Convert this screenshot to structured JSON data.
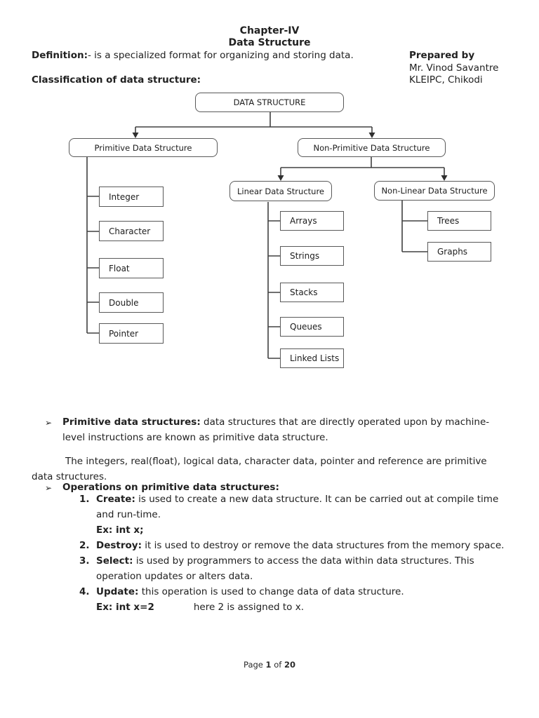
{
  "header": {
    "chapter": "Chapter-IV",
    "title": "Data Structure",
    "definition_label": "Definition:",
    "definition_text": "- is a specialized format for organizing and storing data.",
    "classification_heading": "Classification of data structure:",
    "prepared_by_label": "Prepared by",
    "prepared_by_name": "Mr. Vinod Savantre",
    "prepared_by_org": "KLEIPC, Chikodi"
  },
  "diagram": {
    "root_label": "DATA STRUCTURE",
    "primitive_label": "Primitive Data Structure",
    "non_primitive_label": "Non-Primitive Data Structure",
    "linear_label": "Linear Data Structure",
    "non_linear_label": "Non-Linear Data Structure",
    "primitive_children": [
      "Integer",
      "Character",
      "Float",
      "Double",
      "Pointer"
    ],
    "linear_children": [
      "Arrays",
      "Strings",
      "Stacks",
      "Queues",
      "Linked Lists"
    ],
    "non_linear_children": [
      "Trees",
      "Graphs"
    ],
    "line_color": "#404040",
    "box_border_color": "#595959"
  },
  "content": {
    "bullet_marker": "➢",
    "bullet1_term": "Primitive data structures:",
    "bullet1_text": " data structures that are directly operated upon by machine-level instructions are known as primitive data structure.",
    "paragraph": "The integers, real(float), logical data, character data, pointer and reference are primitive data structures.",
    "bullet2_heading": "Operations on primitive data structures:",
    "operations": [
      {
        "num": "1.",
        "term": "Create:",
        "text": " is used to create a new data structure. It can be carried out at compile time and run-time.",
        "example": "Ex: int x;"
      },
      {
        "num": "2.",
        "term": "Destroy:",
        "text": " it is used to destroy or remove the data structures from the memory space."
      },
      {
        "num": "3.",
        "term": "Select:",
        "text": " is used by programmers to access the data within data structures. This operation updates or alters data."
      },
      {
        "num": "4.",
        "term": "Update:",
        "text": " this operation is used to change data of data structure.",
        "example": "Ex: int x=2",
        "example_note": "here 2 is assigned to x."
      }
    ]
  },
  "footer": {
    "page_label": "Page ",
    "page_number": "1",
    "of_label": " of ",
    "page_total": "20"
  }
}
